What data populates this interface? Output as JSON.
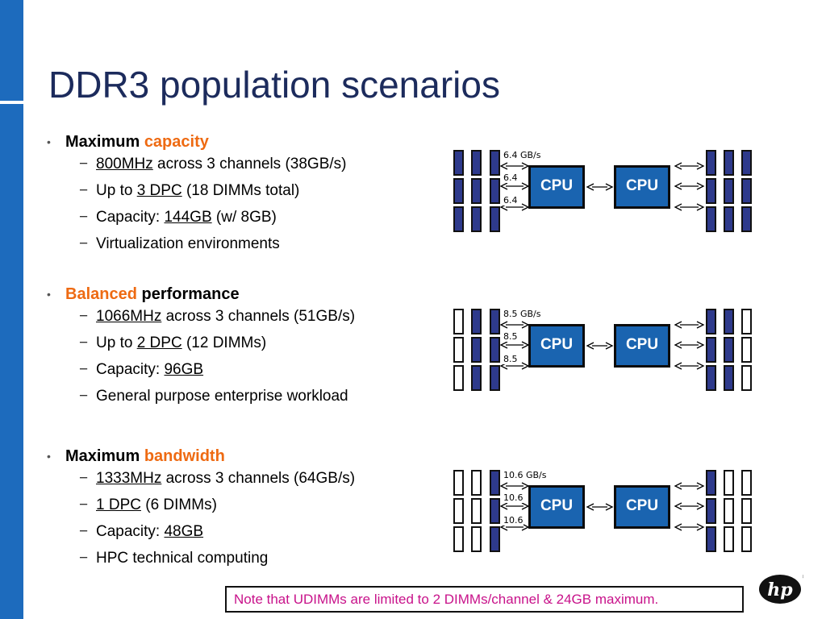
{
  "slide": {
    "title": "DDR3 population scenarios",
    "colors": {
      "sidebar": "#1d6bbd",
      "title": "#1c2b5c",
      "accent": "#ee6a12",
      "dimm_fill": "#2e3a8c",
      "cpu_fill": "#1a64b0",
      "note_text": "#c8128a"
    }
  },
  "sections": [
    {
      "bullet_dark": "Maximum ",
      "bullet_accent": "capacity",
      "items": [
        {
          "link": "800MHz",
          "prefix": "",
          "rest": " across 3 channels (38GB/s)"
        },
        {
          "prefix": "Up to ",
          "link": "3 DPC",
          "rest": " (18 DIMMs total)"
        },
        {
          "prefix": "Capacity:  ",
          "link": "144GB",
          "rest": " (w/ 8GB)"
        },
        {
          "prefix": "Virtualization environments",
          "link": "",
          "rest": ""
        }
      ]
    },
    {
      "bullet_accent": "Balanced",
      "bullet_dark": " performance",
      "items": [
        {
          "prefix": "",
          "link": "1066MHz",
          "rest": " across 3 channels (51GB/s)"
        },
        {
          "prefix": "Up to ",
          "link": "2 DPC",
          "rest": " (12 DIMMs)"
        },
        {
          "prefix": "Capacity:  ",
          "link": "96GB",
          "rest": ""
        },
        {
          "prefix": "General purpose enterprise workload",
          "link": "",
          "rest": ""
        }
      ]
    },
    {
      "bullet_dark": "Maximum ",
      "bullet_accent": "bandwidth",
      "items": [
        {
          "prefix": "",
          "link": "1333MHz",
          "rest": " across 3 channels (64GB/s)"
        },
        {
          "prefix": "",
          "link": "1 DPC",
          "rest": " (6 DIMMs)"
        },
        {
          "prefix": "Capacity:  ",
          "link": "48GB",
          "rest": ""
        },
        {
          "prefix": "HPC technical computing",
          "link": "",
          "rest": ""
        }
      ]
    }
  ],
  "diagrams": [
    {
      "bw_top": "6.4 GB/s",
      "bw_mid": "6.4",
      "bw_bot": "6.4",
      "cpu_left": "CPU",
      "cpu_right": "CPU",
      "dimms_per_channel": 3
    },
    {
      "bw_top": "8.5 GB/s",
      "bw_mid": "8.5",
      "bw_bot": "8.5",
      "cpu_left": "CPU",
      "cpu_right": "CPU",
      "dimms_per_channel": 2
    },
    {
      "bw_top": "10.6 GB/s",
      "bw_mid": "10.6",
      "bw_bot": "10.6",
      "cpu_left": "CPU",
      "cpu_right": "CPU",
      "dimms_per_channel": 1
    }
  ],
  "note": "Note that UDIMMs are limited to 2 DIMMs/channel & 24GB maximum.",
  "logo": {
    "text": "hp",
    "mark": "®",
    "icon": "hp-logo"
  }
}
